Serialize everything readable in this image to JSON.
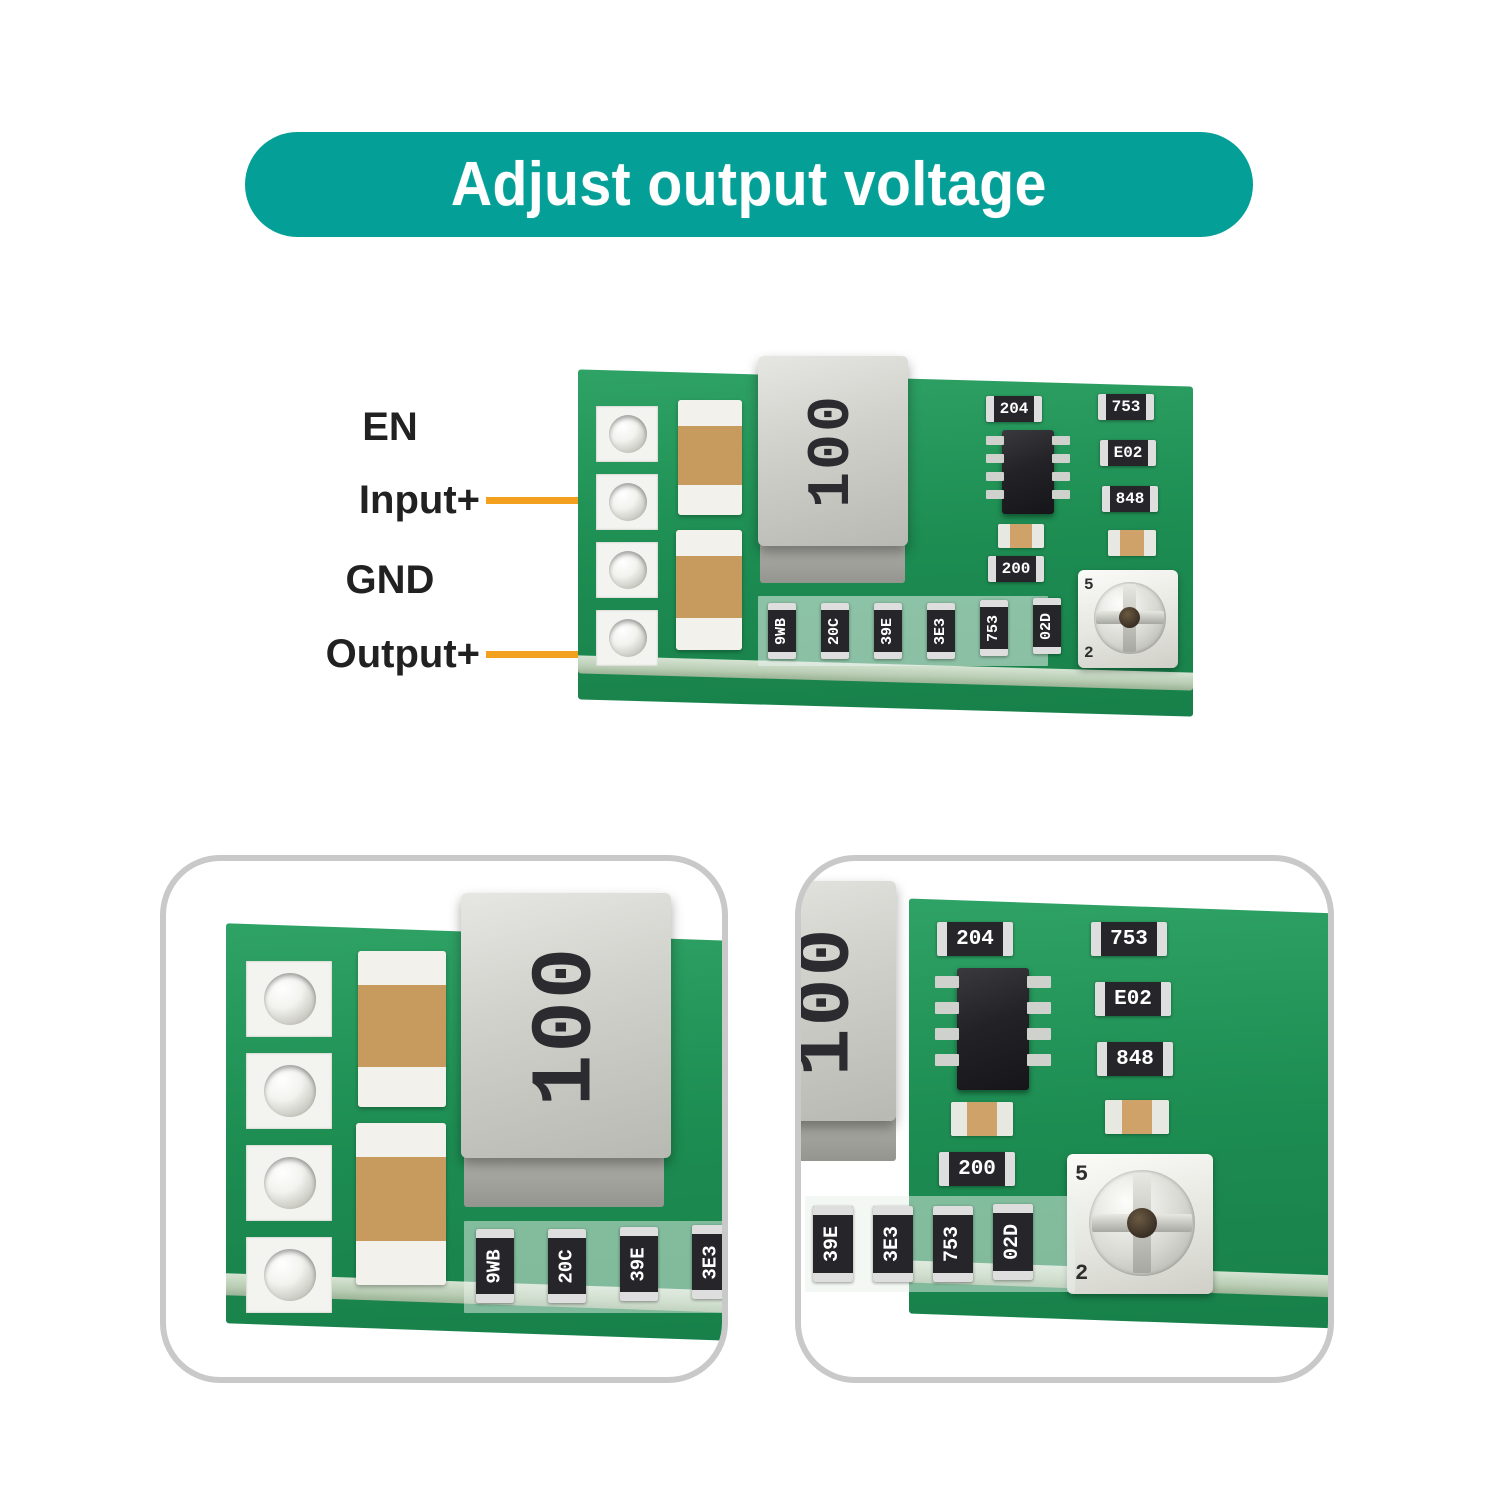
{
  "banner": {
    "title": "Adjust output voltage",
    "background_color": "#04a098",
    "text_color": "#ffffff"
  },
  "callouts": {
    "arrow_color": "#f2a01d",
    "text_color": "#212121",
    "items": [
      {
        "label": "EN",
        "has_arrow": false
      },
      {
        "label": "Input+",
        "has_arrow": true
      },
      {
        "label": "GND",
        "has_arrow": false
      },
      {
        "label": "Output+",
        "has_arrow": true
      }
    ]
  },
  "board": {
    "name": "dc-dc-buck-converter-module",
    "pcb_color": "#1d8d52",
    "pad_count": 4,
    "inductor": {
      "marking": "100",
      "color": "#d2d2cd"
    },
    "ic": {
      "package": "SOIC-8",
      "pin_count": 8,
      "color": "#23232 7"
    },
    "trimpot": {
      "marking_1": "5",
      "marking_2": "2",
      "body_color": "#f0f0ea"
    },
    "resistors_bottom_row": [
      {
        "code": "9WB"
      },
      {
        "code": "20C"
      },
      {
        "code": "39E"
      },
      {
        "code": "3E3"
      },
      {
        "code": "753"
      },
      {
        "code": "02D"
      }
    ],
    "resistors_right_column": [
      {
        "code": "753"
      },
      {
        "code": "E02"
      },
      {
        "code": "848"
      }
    ],
    "resistors_center": [
      {
        "code": "204"
      },
      {
        "code": "200"
      }
    ],
    "capacitors": [
      {
        "type": "mlcc",
        "position": "input"
      },
      {
        "type": "mlcc",
        "position": "output"
      },
      {
        "type": "smd-ceramic",
        "position": "below-ic"
      },
      {
        "type": "smd-ceramic",
        "position": "right-column"
      }
    ]
  },
  "panels": {
    "border_color": "#c9c9c9",
    "items": [
      {
        "name": "left-closeup",
        "caption": "",
        "shows": "input pads, MLCC capacitors, 100 inductor, bottom resistors"
      },
      {
        "name": "right-closeup",
        "caption": "",
        "shows": "SOIC-8 IC, 204 / 753 / E02 / 848 / 200 resistors, trimpot"
      }
    ]
  }
}
